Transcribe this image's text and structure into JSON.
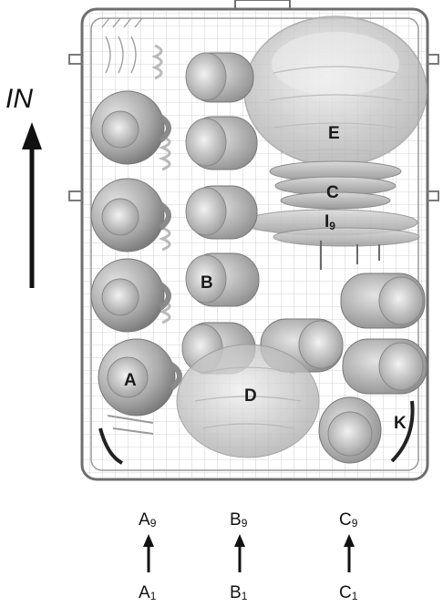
{
  "direction": {
    "label": "IN"
  },
  "item_labels": {
    "a": "A",
    "b": "B",
    "c": "C",
    "d": "D",
    "e": "E",
    "k": "K",
    "i": {
      "main": "I",
      "sub": "9"
    }
  },
  "row_markers": [
    {
      "top": {
        "main": "A",
        "sub": "9"
      },
      "bottom": {
        "main": "A",
        "sub": "1"
      }
    },
    {
      "top": {
        "main": "B",
        "sub": "9"
      },
      "bottom": {
        "main": "B",
        "sub": "1"
      }
    },
    {
      "top": {
        "main": "C",
        "sub": "9"
      },
      "bottom": {
        "main": "C",
        "sub": "1"
      }
    }
  ],
  "colors": {
    "line": "#111111",
    "rack_wire": "#8a8a8a",
    "dish_dark": "#8f8f8f",
    "dish_light": "#d6d6d6"
  }
}
